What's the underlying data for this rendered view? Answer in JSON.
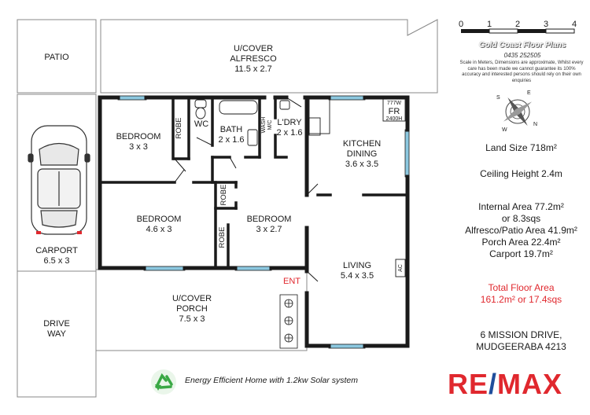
{
  "rooms": {
    "patio": {
      "name": "PATIO"
    },
    "alfresco": {
      "name1": "U/COVER",
      "name2": "ALFRESCO",
      "size": "11.5 x 2.7"
    },
    "carport": {
      "name": "CARPORT",
      "size": "6.5 x 3"
    },
    "driveway": {
      "name1": "DRIVE",
      "name2": "WAY"
    },
    "bedroom_a": {
      "name": "BEDROOM",
      "size": "3 x 3"
    },
    "robe_a": {
      "name": "ROBE"
    },
    "wc": {
      "name": "WC"
    },
    "bath": {
      "name": "BATH",
      "size": "2 x 1.6"
    },
    "wash": {
      "name1": "WASH",
      "name2": "M/C"
    },
    "laundry": {
      "name": "L'DRY",
      "size": "2 x 1.6"
    },
    "fridge": {
      "note1": "777W",
      "name": "FR",
      "note2": "2400H"
    },
    "kitchen": {
      "name1": "KITCHEN",
      "name2": "DINING",
      "size": "3.6 x 3.5"
    },
    "bedroom_b": {
      "name": "BEDROOM",
      "size": "4.6 x 3"
    },
    "robe_b": {
      "name": "ROBE"
    },
    "robe_c": {
      "name": "ROBE"
    },
    "bedroom_c": {
      "name": "BEDROOM",
      "size": "3 x 2.7"
    },
    "living": {
      "name": "LIVING",
      "size": "5.4 x 3.5",
      "ac": "AC"
    },
    "porch": {
      "name1": "U/COVER",
      "name2": "PORCH",
      "size": "7.5 x 3"
    },
    "entry": {
      "label": "ENT"
    }
  },
  "scale_bar": {
    "ticks": [
      "0",
      "1",
      "2",
      "3",
      "4"
    ]
  },
  "compass": {
    "letters": [
      "N",
      "S",
      "E",
      "W"
    ]
  },
  "brand": {
    "name": "Gold Coast Floor Plans",
    "phone": "0435 252505",
    "disclaimer": "Scale in Meters, Dimensions are approximate, Whilst every care has been made we cannot guarantee its 100% accuracy and interested persons should rely on their own enquiries"
  },
  "info": {
    "land_size": "Land Size 718m²",
    "ceiling_height": "Ceiling Height 2.4m",
    "internal_area": "Internal Area 77.2m²",
    "internal_sqs": "or 8.3sqs",
    "alfresco_area": "Alfresco/Patio Area 41.9m²",
    "porch_area": "Porch Area 22.4m²",
    "carport_area": "Carport 19.7m²",
    "total_label": "Total Floor Area",
    "total_value": "161.2m² or 17.4sqs",
    "address_line1": "6 MISSION DRIVE,",
    "address_line2": "MUDGEERABA 4213"
  },
  "footer": {
    "energy_text": "Energy Efficient Home with 1.2kw Solar system",
    "remax_left": "RE",
    "remax_slash": "/",
    "remax_right": "MAX"
  },
  "colors": {
    "wall": "#1a1a1a",
    "window": "#8cc8e0",
    "accent_red": "#e0282e",
    "remax_blue": "#1f4e9c",
    "recycle_green": "#3aa845"
  }
}
